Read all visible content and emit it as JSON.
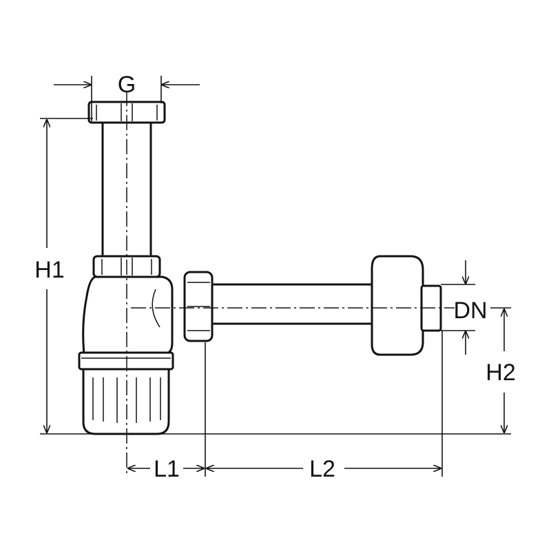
{
  "diagram": {
    "labels": {
      "G": "G",
      "H1": "H1",
      "H2": "H2",
      "DN": "DN",
      "L1": "L1",
      "L2": "L2"
    }
  }
}
